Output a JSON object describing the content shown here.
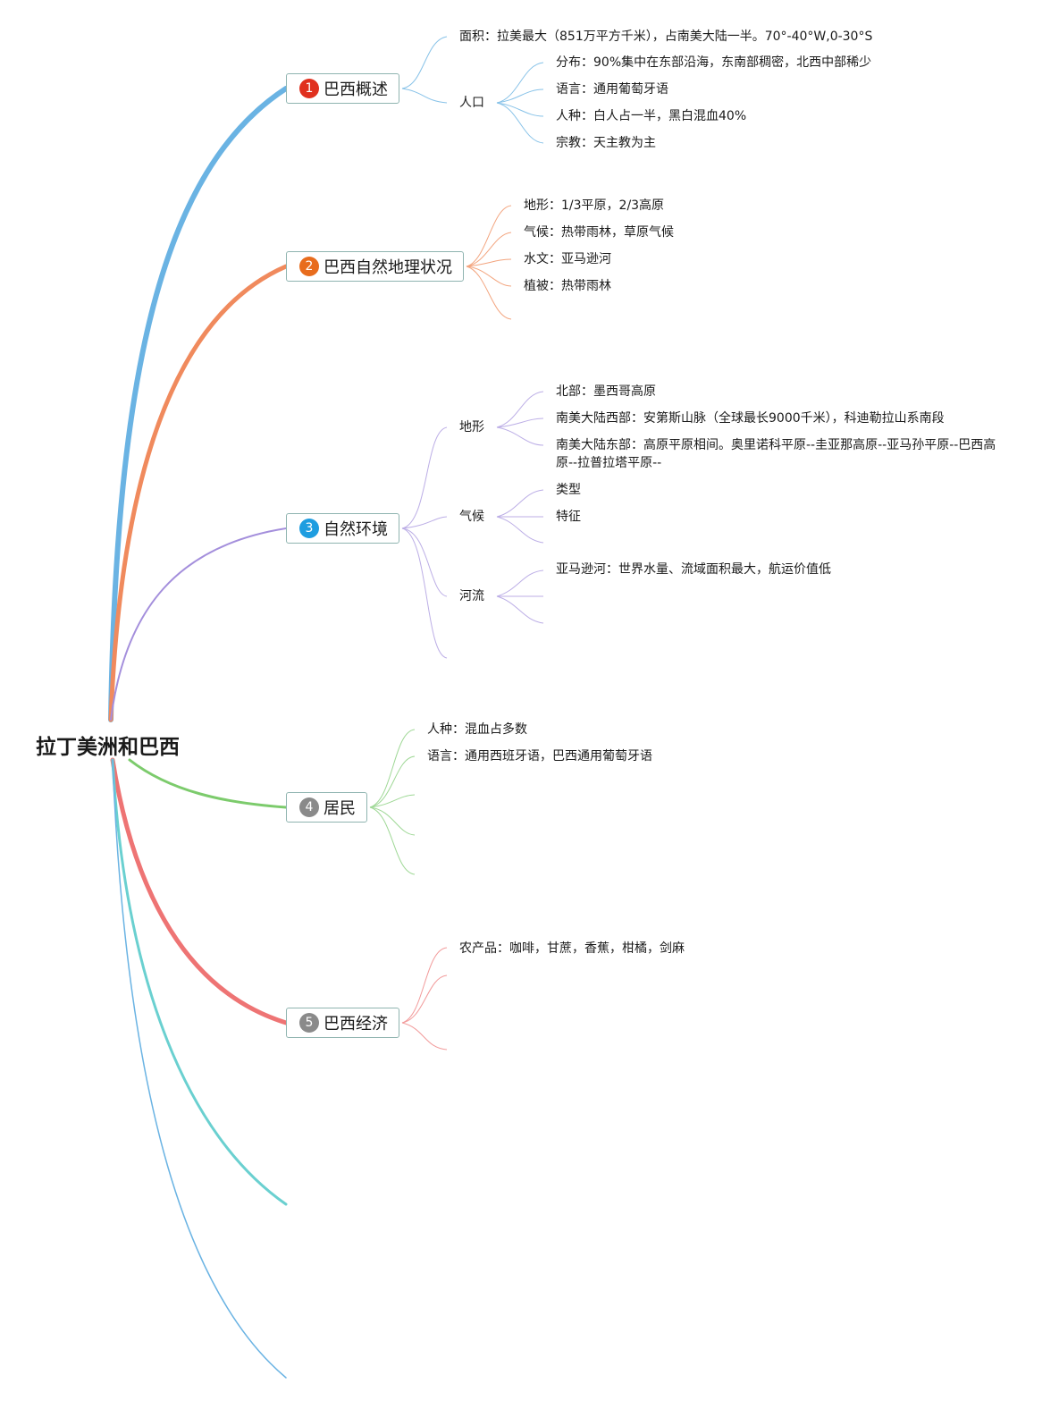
{
  "root": "拉丁美洲和巴西",
  "branches": [
    {
      "number": "1",
      "label": "巴西概述",
      "color": "#e0301e",
      "children": [
        {
          "text": "面积：拉美最大（851万平方千米），占南美大陆一半。70°-40°W,0-30°S"
        },
        {
          "text": "人口",
          "children": [
            "分布：90%集中在东部沿海，东南部稠密，北西中部稀少",
            "语言：通用葡萄牙语",
            "人种：白人占一半，黑白混血40%",
            "宗教：天主教为主"
          ]
        }
      ]
    },
    {
      "number": "2",
      "label": "巴西自然地理状况",
      "color": "#e86c1d",
      "children": [
        {
          "text": "地形：1/3平原，2/3高原"
        },
        {
          "text": "气候：热带雨林，草原气候"
        },
        {
          "text": "水文：亚马逊河"
        },
        {
          "text": "植被：热带雨林"
        }
      ]
    },
    {
      "number": "3",
      "label": "自然环境",
      "color": "#1e9de0",
      "children": [
        {
          "text": "地形",
          "children": [
            "北部：墨西哥高原",
            "南美大陆西部：安第斯山脉（全球最长9000千米），科迪勒拉山系南段",
            "南美大陆东部：高原平原相间。奥里诺科平原--圭亚那高原--亚马孙平原--巴西高原--拉普拉塔平原--"
          ]
        },
        {
          "text": "气候",
          "children": [
            "类型",
            "特征"
          ]
        },
        {
          "text": "河流",
          "children": [
            "亚马逊河：世界水量、流域面积最大，航运价值低"
          ]
        }
      ]
    },
    {
      "number": "4",
      "label": "居民",
      "color": "#8a8a8a",
      "children": [
        {
          "text": "人种：混血占多数"
        },
        {
          "text": "语言：通用西班牙语，巴西通用葡萄牙语"
        }
      ]
    },
    {
      "number": "5",
      "label": "巴西经济",
      "color": "#8a8a8a",
      "children": [
        {
          "text": "农产品：咖啡，甘蔗，香蕉，柑橘，剑麻"
        }
      ]
    }
  ],
  "colors": {
    "branch1": "#6ab3e3",
    "branch2": "#f08a5d",
    "branch3": "#a48fdc",
    "branch4": "#7ccb6c",
    "branch5": "#ee7474",
    "branch6": "#6ad0d0",
    "branch7": "#6ab3e3",
    "topic_border": "#8fb4b0"
  }
}
